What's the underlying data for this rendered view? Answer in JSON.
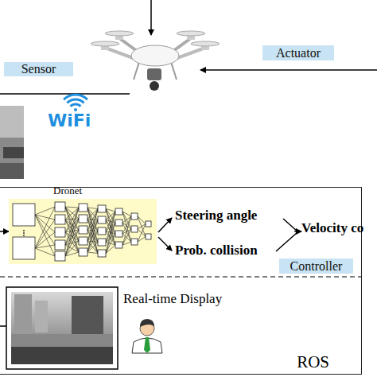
{
  "diagram": {
    "nodes": [
      {
        "text": [
          "Sensor"
        ]
      },
      {
        "text": [
          "Actuator"
        ]
      },
      {
        "text": [
          "ROS"
        ]
      },
      {
        "text": [
          "Dronet"
        ],
        "in": 2
      },
      {
        "text": [
          "Controller"
        ],
        "in": 2
      }
    ],
    "labels": [
      "WiFi",
      "Steering angle",
      "Prob. collision",
      "Velocity co",
      "Real-time Display"
    ]
  }
}
